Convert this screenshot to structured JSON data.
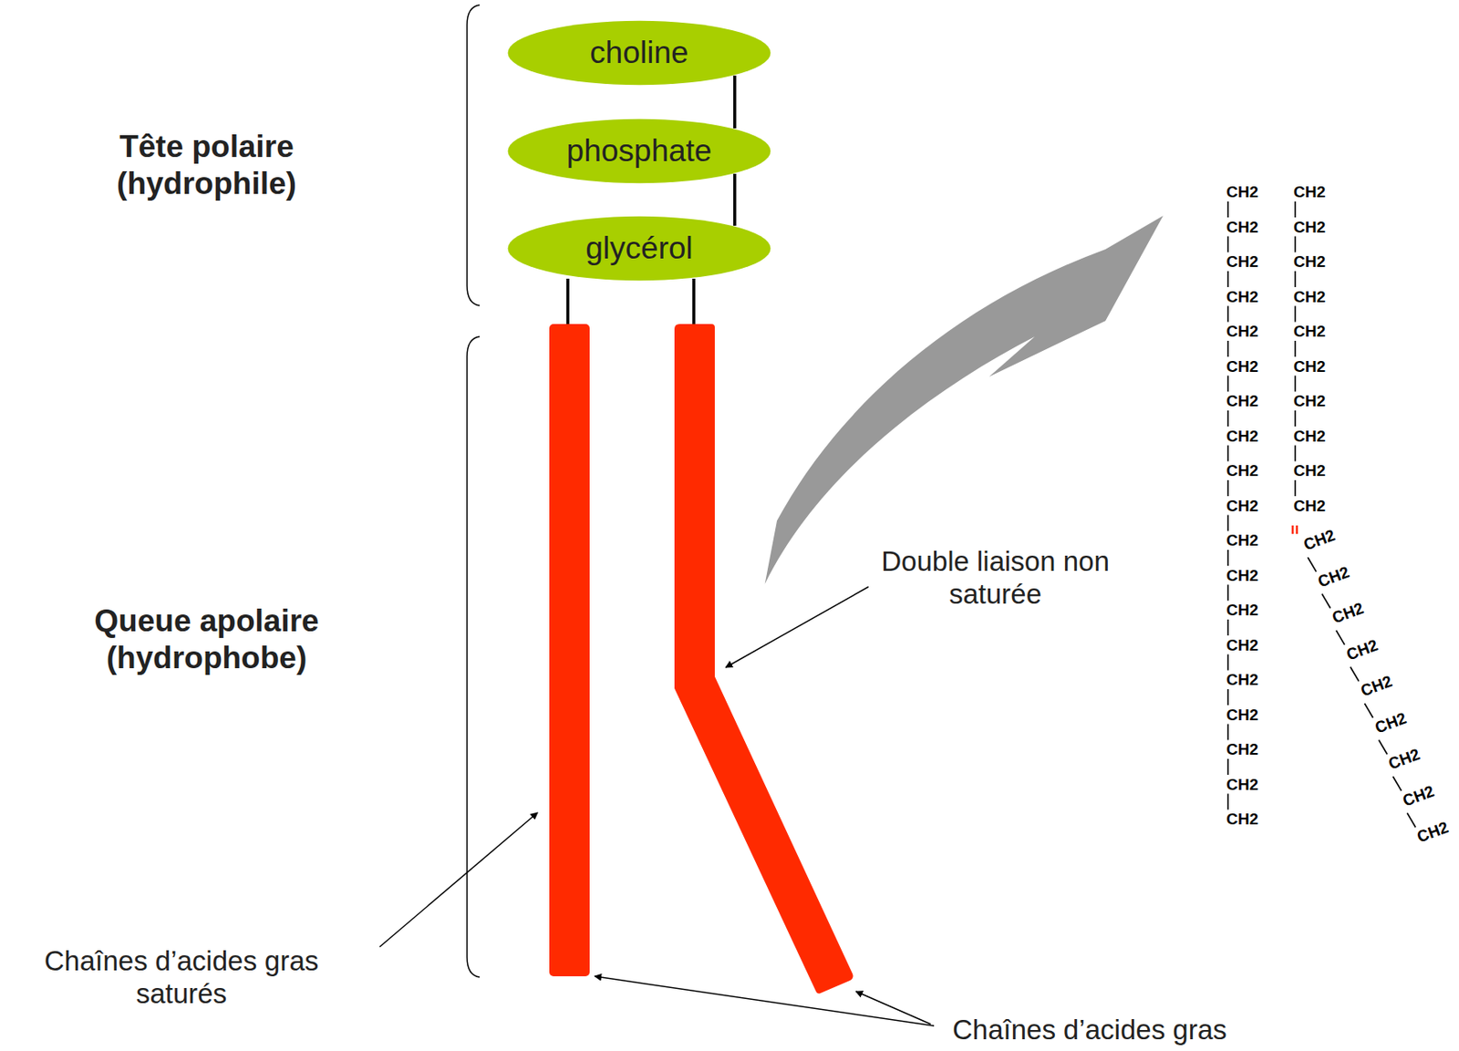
{
  "diagram": {
    "nodes": [
      {
        "text": [
          "choline"
        ]
      },
      {
        "text": [
          "phosphate"
        ]
      },
      {
        "text": [
          "glycérol"
        ]
      }
    ],
    "edges": [
      {
        "from": 0,
        "to": 1,
        "arrow": "none"
      },
      {
        "from": 1,
        "to": 2,
        "arrow": "none"
      }
    ],
    "labels": [
      "Tête polaire (hydrophile)",
      "Queue apolaire (hydrophobe)",
      "Double liaison non saturée",
      "Chaînes d’acides gras saturés",
      "Chaînes d’acides gras",
      "CH2",
      "CH2",
      "CH2",
      "CH2",
      "CH2",
      "CH2",
      "CH2",
      "CH2",
      "CH2",
      "CH2",
      "CH2",
      "CH2",
      "CH2",
      "CH2",
      "CH2",
      "CH2",
      "CH2",
      "CH2",
      "CH2",
      "CH2",
      "CH2",
      "CH2",
      "CH2",
      "CH2",
      "CH2",
      "CH2",
      "CH2",
      "CH2",
      "CH2",
      "CH2",
      "CH2",
      "CH2",
      "CH2",
      "CH2",
      "CH2",
      "CH2",
      "CH2",
      "CH2"
    ]
  }
}
